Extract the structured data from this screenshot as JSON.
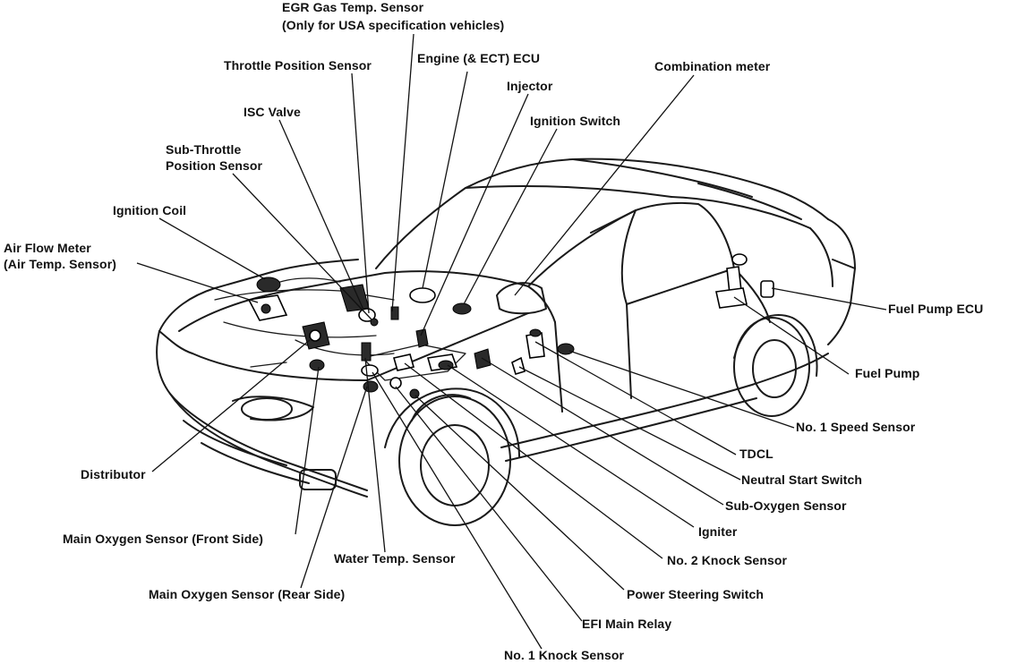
{
  "labels": {
    "egr_title": "EGR Gas Temp. Sensor",
    "egr_note": "(Only for USA specification vehicles)",
    "throttle_position": "Throttle Position Sensor",
    "engine_ecu": "Engine (& ECT) ECU",
    "injector": "Injector",
    "combination_meter": "Combination meter",
    "ignition_switch": "Ignition Switch",
    "isc_valve": "ISC Valve",
    "sub_throttle_l1": "Sub-Throttle",
    "sub_throttle_l2": "Position Sensor",
    "ignition_coil": "Ignition Coil",
    "air_flow_l1": "Air Flow Meter",
    "air_flow_l2": "(Air Temp. Sensor)",
    "fuel_pump_ecu": "Fuel Pump ECU",
    "fuel_pump": "Fuel Pump",
    "speed_sensor": "No. 1 Speed Sensor",
    "tdcl": "TDCL",
    "neutral_start": "Neutral Start Switch",
    "sub_oxygen": "Sub-Oxygen Sensor",
    "igniter": "Igniter",
    "knock2": "No. 2 Knock Sensor",
    "power_steering": "Power Steering Switch",
    "efi_relay": "EFI Main Relay",
    "knock1": "No. 1 Knock Sensor",
    "distributor": "Distributor",
    "o2_front": "Main Oxygen Sensor (Front Side)",
    "water_temp": "Water Temp. Sensor",
    "o2_rear": "Main Oxygen Sensor (Rear Side)"
  },
  "colors": {
    "ink": "#111111",
    "background": "#ffffff"
  }
}
